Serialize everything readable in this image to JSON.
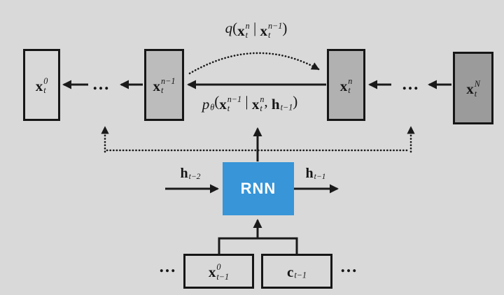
{
  "colors": {
    "background": "#d9d9d9",
    "node_x0_fill": "#d8d8d8",
    "node_xn_minus1_fill": "#bcbcbc",
    "node_xn_fill": "#b1b1b1",
    "node_xN_fill": "#9b9b9b",
    "rnn_fill": "#3795d8",
    "rnn_text": "#ffffff",
    "line": "#1a1a1a"
  },
  "labels": {
    "rnn": "RNN",
    "ellipsis": "..."
  },
  "formulas": {
    "q_transition": [
      {
        "text": "q",
        "style": "italic"
      },
      {
        "text": "("
      },
      {
        "base": "x",
        "bstyle": "bold",
        "sup": "n",
        "sub": "t"
      },
      {
        "text": " | "
      },
      {
        "base": "x",
        "bstyle": "bold",
        "sup": "n−1",
        "sub": "t"
      },
      {
        "text": ")"
      }
    ],
    "p_transition": [
      {
        "base": "p",
        "bstyle": "italic",
        "sub": "θ"
      },
      {
        "text": "("
      },
      {
        "base": "x",
        "bstyle": "bold",
        "sup": "n−1",
        "sub": "t"
      },
      {
        "text": " | "
      },
      {
        "base": "x",
        "bstyle": "bold",
        "sup": "n",
        "sub": "t"
      },
      {
        "text": ", "
      },
      {
        "base": "h",
        "bstyle": "bold",
        "sub": "t−1"
      },
      {
        "text": ")"
      }
    ],
    "x_t_0": [
      {
        "base": "x",
        "bstyle": "bold",
        "sup": "0",
        "sub": "t"
      }
    ],
    "x_t_n_minus_1": [
      {
        "base": "x",
        "bstyle": "bold",
        "sup": "n−1",
        "sub": "t"
      }
    ],
    "x_t_n": [
      {
        "base": "x",
        "bstyle": "bold",
        "sup": "n",
        "sub": "t"
      }
    ],
    "x_t_N": [
      {
        "base": "x",
        "bstyle": "bold",
        "sup": "N",
        "sub": "t"
      }
    ],
    "h_t_minus_2": [
      {
        "base": "h",
        "bstyle": "bold",
        "sub": "t−2"
      }
    ],
    "h_t_minus_1": [
      {
        "base": "h",
        "bstyle": "bold",
        "sub": "t−1"
      }
    ],
    "x_t_minus_1_0": [
      {
        "base": "x",
        "bstyle": "bold",
        "sup": "0",
        "sub": "t−1"
      }
    ],
    "c_t_minus_1": [
      {
        "base": "c",
        "bstyle": "bold",
        "sub": "t−1"
      }
    ]
  }
}
